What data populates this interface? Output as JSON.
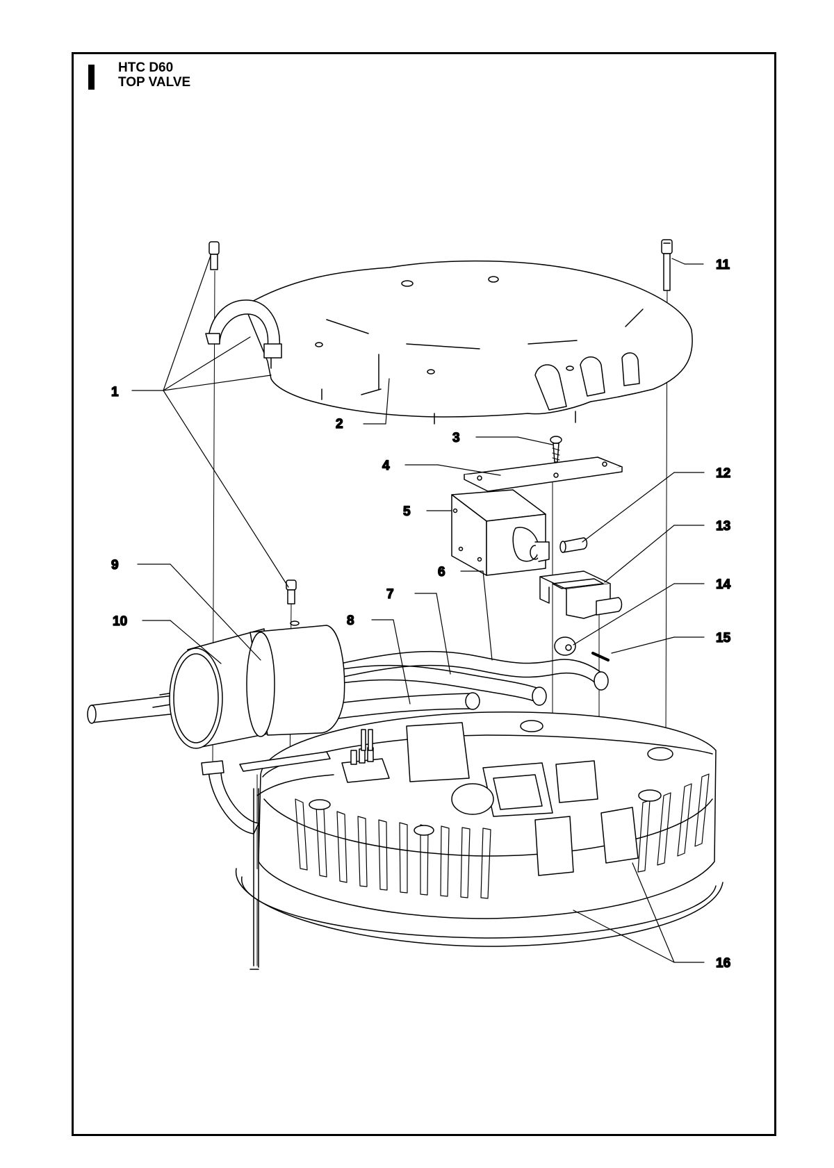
{
  "header": {
    "section_letter": "I",
    "model": "HTC D60",
    "assembly": "TOP VALVE"
  },
  "callouts": [
    "1",
    "2",
    "3",
    "4",
    "5",
    "6",
    "7",
    "8",
    "9",
    "10",
    "11",
    "12",
    "13",
    "14",
    "15",
    "16"
  ],
  "colors": {
    "line": "#000000",
    "paper": "#ffffff"
  }
}
